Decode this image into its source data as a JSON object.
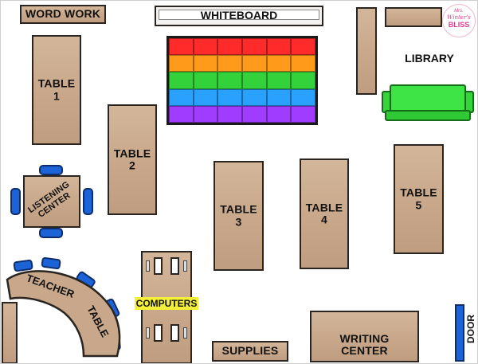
{
  "labels": {
    "word_work": "WORD WORK",
    "whiteboard": "WHITEBOARD",
    "library": "LIBRARY",
    "table1_a": "TABLE",
    "table1_b": "1",
    "table2_a": "TABLE",
    "table2_b": "2",
    "table3_a": "TABLE",
    "table3_b": "3",
    "table4_a": "TABLE",
    "table4_b": "4",
    "table5_a": "TABLE",
    "table5_b": "5",
    "listening_a": "LISTENING",
    "listening_b": "CENTER",
    "teacher": "TEACHER",
    "teacher_table": "TABLE",
    "computers": "COMPUTERS",
    "supplies": "SUPPLIES",
    "writing_a": "WRITING",
    "writing_b": "CENTER",
    "door": "DOOR"
  },
  "logo": {
    "line1": "Mrs.",
    "line2": "Winter's",
    "line3": "BLISS"
  },
  "colors": {
    "wood": "#c8a78a",
    "outline": "#2a2520",
    "chair_blue": "#1c63d8",
    "couch_green": "#34d43a",
    "computers_highlight": "#f4f03a",
    "logo_pink": "#e23c8a",
    "rug_rows": [
      "#ff2a2a",
      "#ff9a1a",
      "#33d13a",
      "#2aa0ff",
      "#a03cff"
    ]
  }
}
